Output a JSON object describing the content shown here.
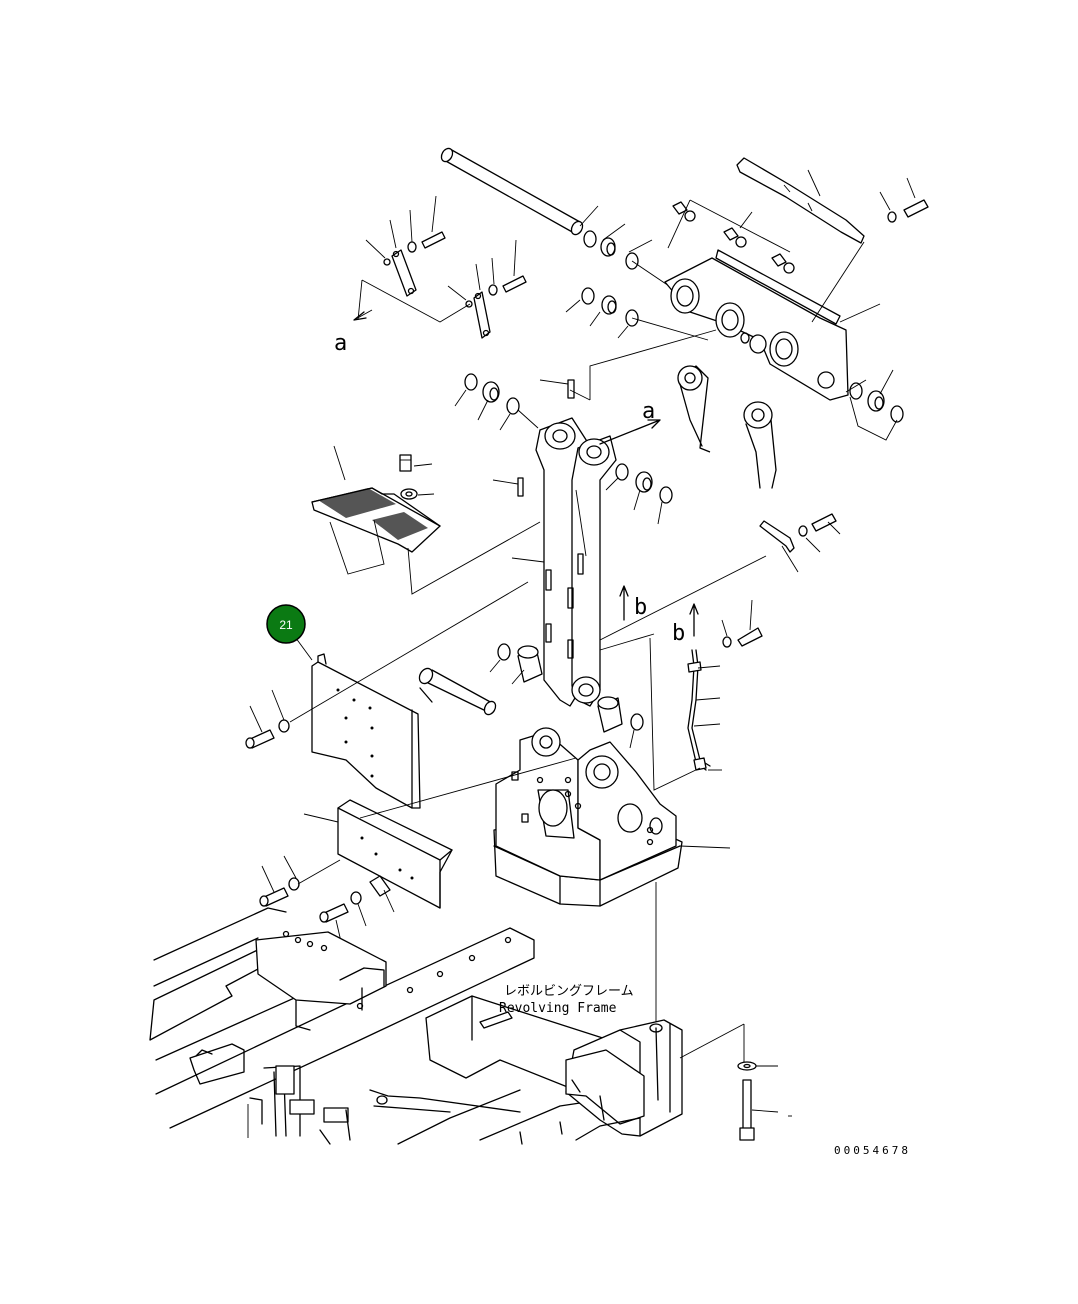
{
  "diagram": {
    "callout": {
      "number": "21",
      "color": "#0b7a13"
    },
    "ref_letters": {
      "a_left": "a",
      "a_right": "a",
      "b_mid": "b",
      "b_right": "b"
    },
    "frame_label_jp": "レボルビングフレーム",
    "frame_label_en": "Revolving Frame",
    "drawing_number": "00054678"
  }
}
